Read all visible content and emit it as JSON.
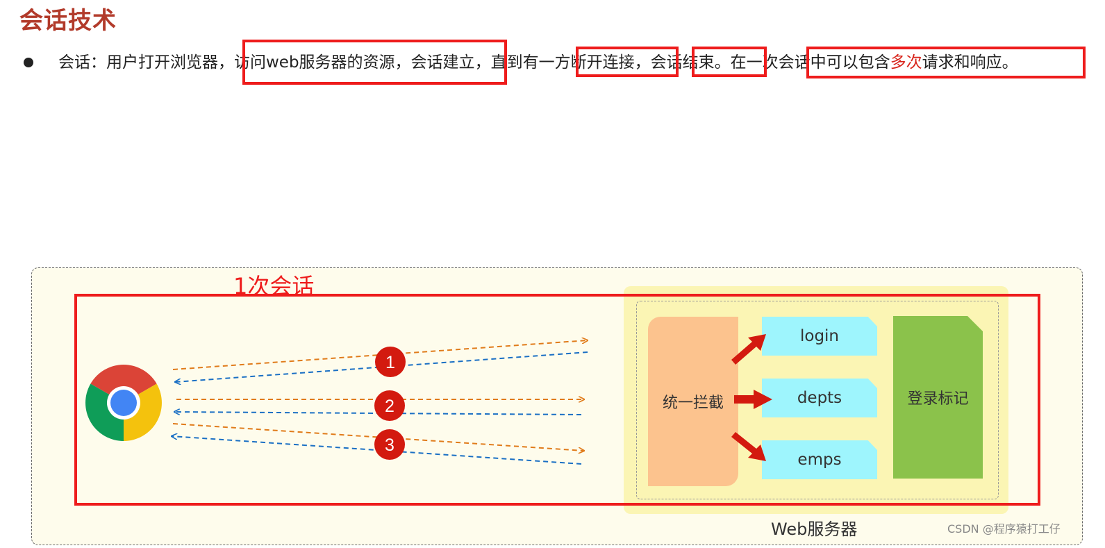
{
  "title": "会话技术",
  "bullet": {
    "s1": "会话：用户打开浏览器，",
    "s2": "访问web服务器的资源，会话建立",
    "s3": "，直到有",
    "s4": "一方断开连接",
    "s5": "，",
    "s6": "会话结束",
    "s7": "。在",
    "s8": "一次会话中可以包含",
    "s9": "多次",
    "s10": "请求和响应。"
  },
  "diagram": {
    "session_label": "1次会话",
    "browser_icon": "chrome-browser-icon",
    "steps": [
      "1",
      "2",
      "3"
    ],
    "interceptor": "统一拦截",
    "endpoints": [
      "login",
      "depts",
      "emps"
    ],
    "login_flag": "登录标记",
    "server_label": "Web服务器"
  },
  "watermark": "CSDN @程序猿打工仔",
  "colors": {
    "title": "#b23a2a",
    "highlight_box": "#ee1c1c",
    "request_arrow": "#e07b1a",
    "response_arrow": "#1a6fc4",
    "step_badge": "#d31a0f",
    "interceptor": "#fcc38e",
    "endpoint": "#9ef5fd",
    "login_flag": "#8bc24b",
    "server_bg": "#fbf5b4",
    "panel_bg": "#fefcec"
  }
}
